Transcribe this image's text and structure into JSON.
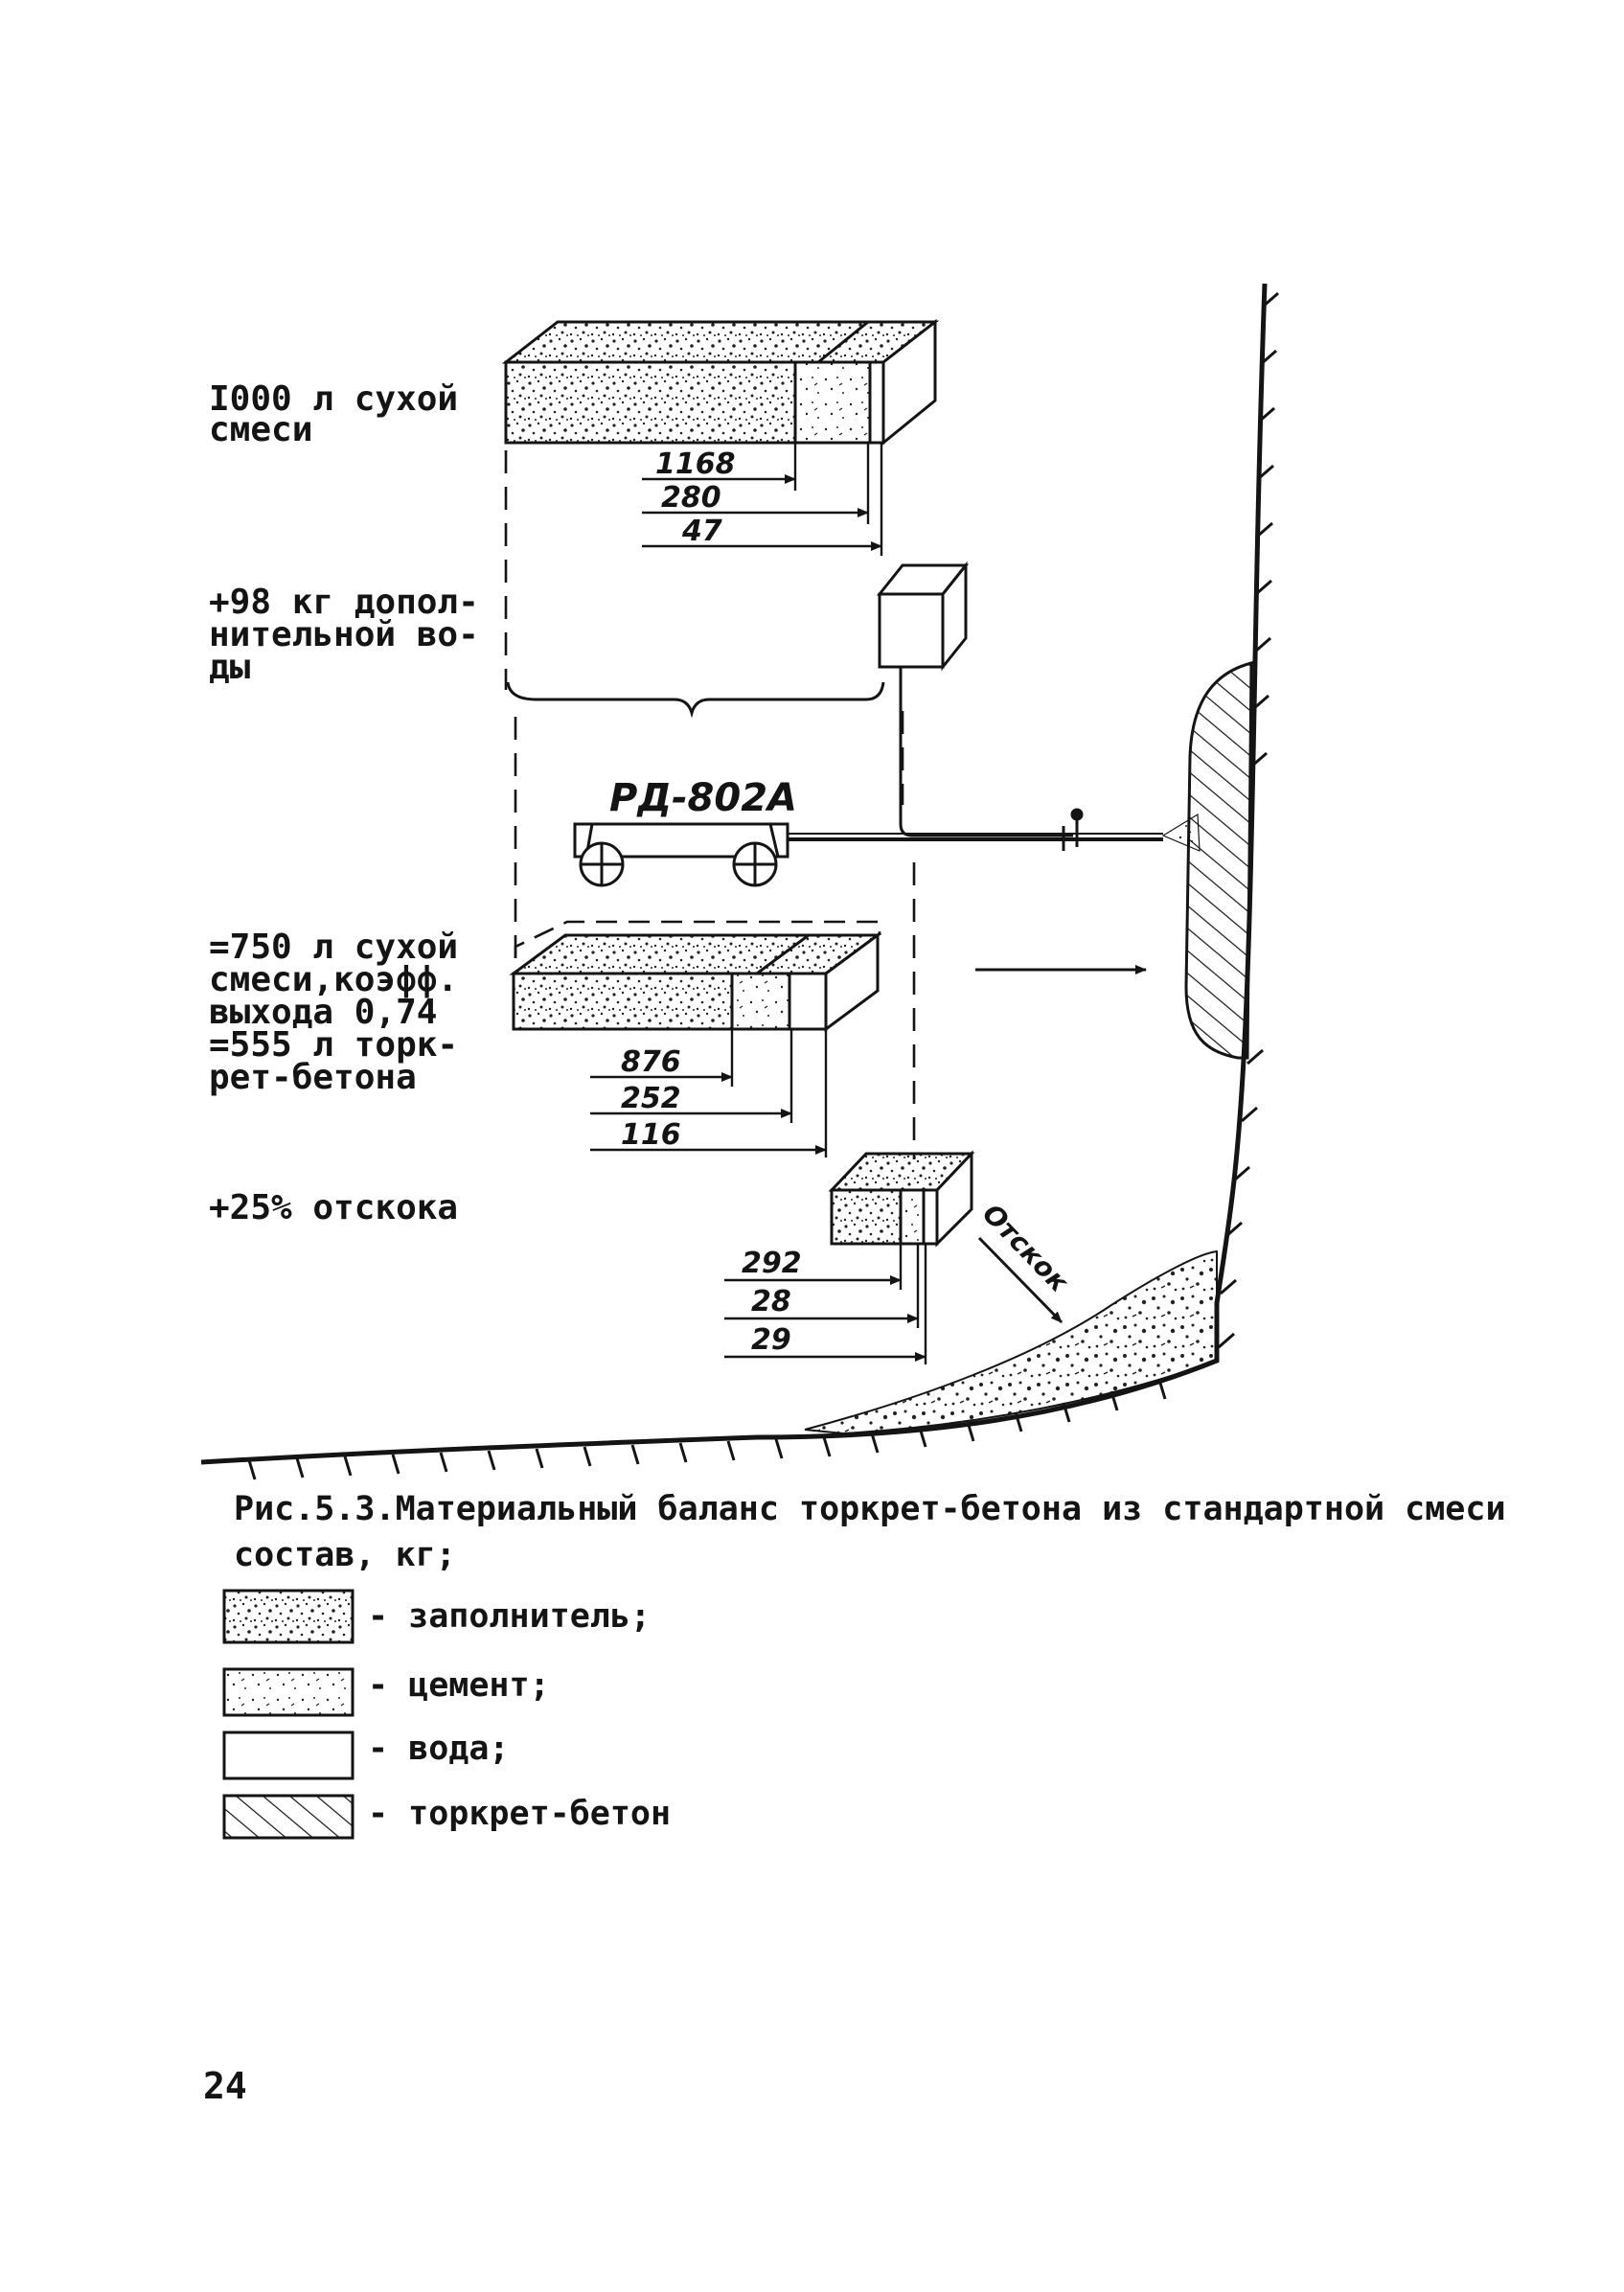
{
  "labels": {
    "dry_mix": [
      "I000 л сухой",
      "смеси"
    ],
    "added_water": [
      "+98 кг допол-",
      "нительной во-",
      "ды"
    ],
    "output": [
      "=750 л сухой",
      "смеси,коэфф.",
      "выхода 0,74",
      "=555 л торк-",
      "рет-бетона"
    ],
    "rebound_pct": "+25% отскока"
  },
  "machine": {
    "name": "РД-802А"
  },
  "dimensions": {
    "dry_mix": [
      "1168",
      "280",
      "47"
    ],
    "output": [
      "876",
      "252",
      "116"
    ],
    "rebound": [
      "292",
      "28",
      "29"
    ]
  },
  "rebound_arrow_label": "Отскок",
  "caption": {
    "line1": "Рис.5.3.Материальный баланс торкрет-бетона из стандартной смеси",
    "line2": "состав, кг;"
  },
  "legend": [
    {
      "pattern": "aggregate",
      "label": "- заполнитель;"
    },
    {
      "pattern": "cement",
      "label": "- цемент;"
    },
    {
      "pattern": "water",
      "label": "- вода;"
    },
    {
      "pattern": "shotcrete",
      "label": "- торкрет-бетон"
    }
  ],
  "page_number": "24"
}
